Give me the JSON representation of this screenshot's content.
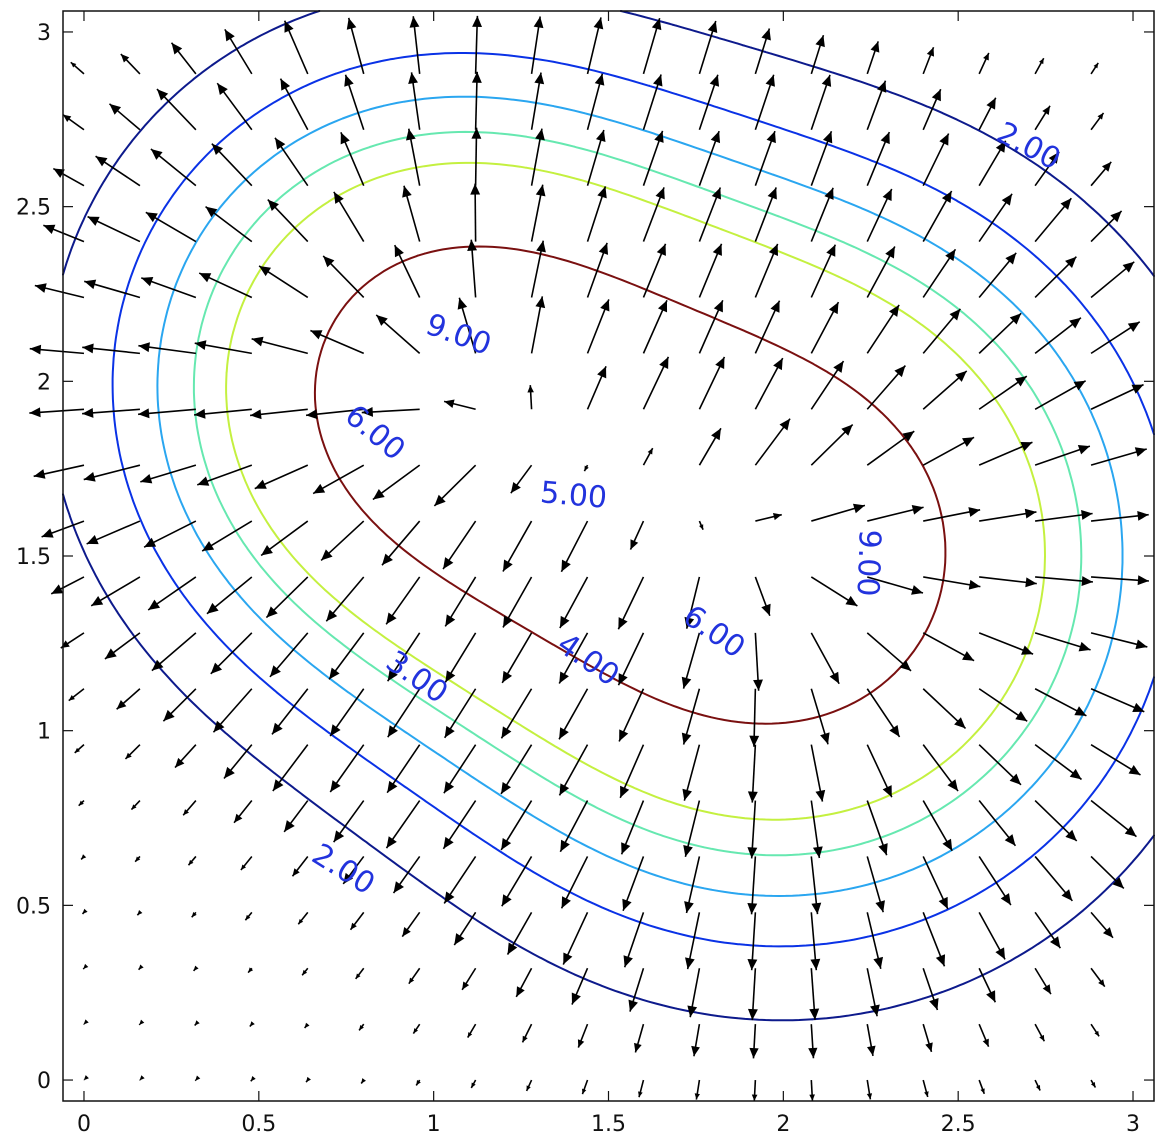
{
  "chart_data": {
    "type": "contour",
    "title": "",
    "xlabel": "",
    "ylabel": "",
    "xlim": [
      -0.06,
      3.06
    ],
    "ylim": [
      -0.06,
      3.06
    ],
    "xticks": [
      0,
      0.5,
      1,
      1.5,
      2,
      2.5,
      3
    ],
    "yticks": [
      0,
      0.5,
      1,
      1.5,
      2,
      2.5,
      3
    ],
    "xtick_labels": [
      "0",
      "0.5",
      "1",
      "1.5",
      "2",
      "2.5",
      "3"
    ],
    "ytick_labels": [
      "0",
      "0.5",
      "1",
      "1.5",
      "2",
      "2.5",
      "3"
    ],
    "grid": false,
    "field": {
      "description_source": "potential-like scalar field with two peaks and its gradient shown as a quiver plot",
      "sources": [
        {
          "x": 1.0,
          "y": 2.0
        },
        {
          "x": 2.0,
          "y": 1.5
        }
      ],
      "quiver_grid": {
        "start": 0,
        "stop": 3.0,
        "step": 0.16
      }
    },
    "contour_levels": [
      {
        "level": 2.0,
        "color": "#0d1a8c"
      },
      {
        "level": 3.0,
        "color": "#0a32e6"
      },
      {
        "level": 4.0,
        "color": "#2aa6f0"
      },
      {
        "level": 5.0,
        "color": "#66e8b0"
      },
      {
        "level": 6.0,
        "color": "#c4f040"
      },
      {
        "level": 9.0,
        "color": "#7a1010"
      }
    ],
    "contour_labels": [
      {
        "text": "2.00",
        "x": 2.7,
        "y": 2.67,
        "angle": 28
      },
      {
        "text": "2.00",
        "x": 0.74,
        "y": 0.6,
        "angle": 32
      },
      {
        "text": "3.00",
        "x": 0.95,
        "y": 1.15,
        "angle": 35
      },
      {
        "text": "4.00",
        "x": 1.44,
        "y": 1.2,
        "angle": 35
      },
      {
        "text": "5.00",
        "x": 1.4,
        "y": 1.67,
        "angle": 5
      },
      {
        "text": "6.00",
        "x": 0.83,
        "y": 1.85,
        "angle": 40
      },
      {
        "text": "6.00",
        "x": 1.8,
        "y": 1.28,
        "angle": 35
      },
      {
        "text": "9.00",
        "x": 1.07,
        "y": 2.13,
        "angle": 20
      },
      {
        "text": "9.00",
        "x": 2.24,
        "y": 1.48,
        "angle": 92
      }
    ]
  }
}
